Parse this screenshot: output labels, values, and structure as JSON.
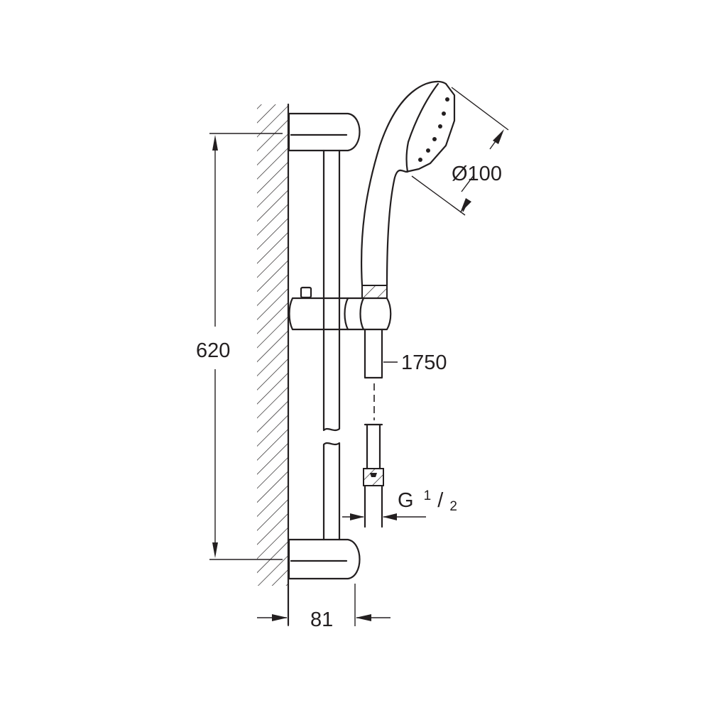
{
  "dimensions": {
    "height_label": "620",
    "depth_label": "81",
    "hose_length_label": "1750",
    "head_diameter_label": "Ø100",
    "thread_label_prefix": "G",
    "thread_numerator": "1",
    "thread_denominator": "2"
  },
  "colors": {
    "line": "#231f20",
    "background": "#ffffff"
  }
}
